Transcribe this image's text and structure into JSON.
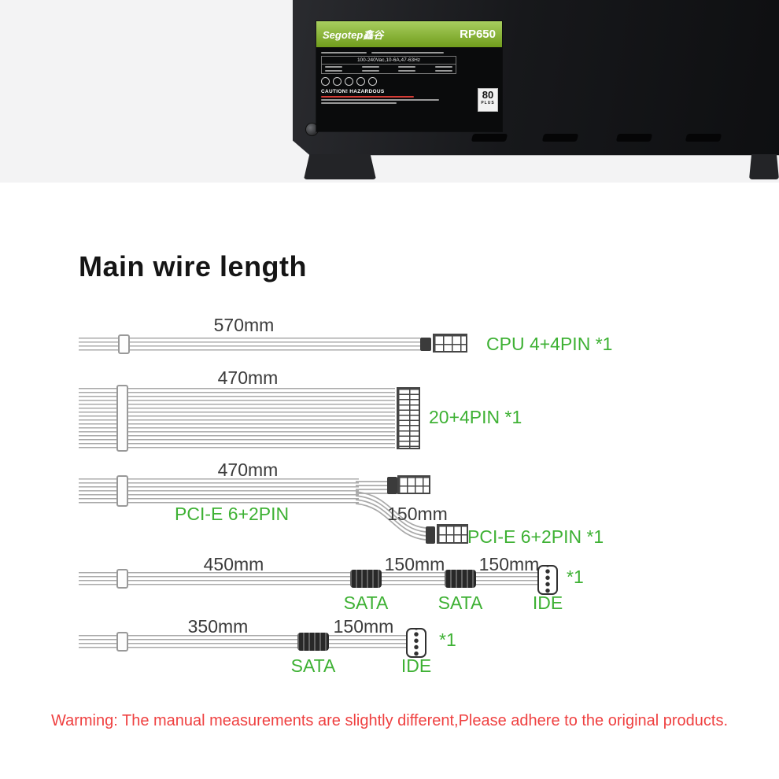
{
  "psu": {
    "brand": "Segotep鑫谷",
    "model": "RP650",
    "spec_line": "100-240Vac,10-6A,47-63Hz",
    "badge_number": "80",
    "badge_plus": "PLUS",
    "caution_title": "CAUTION! HAZARDOUS"
  },
  "heading": "Main wire length",
  "wires": {
    "cpu": {
      "length": "570mm",
      "label": "CPU 4+4PIN *1"
    },
    "atx": {
      "length": "470mm",
      "label": "20+4PIN *1"
    },
    "pcie": {
      "length": "470mm",
      "label": "PCI-E 6+2PIN",
      "branch_length": "150mm",
      "branch_label": "PCI-E 6+2PIN *1"
    },
    "sata1": {
      "len1": "450mm",
      "len2": "150mm",
      "len3": "150mm",
      "conn1": "SATA",
      "conn2": "SATA",
      "conn3": "IDE",
      "count": "*1"
    },
    "sata2": {
      "len1": "350mm",
      "len2": "150mm",
      "conn1": "SATA",
      "conn2": "IDE",
      "count": "*1"
    }
  },
  "warning": "Warming: The manual measurements are slightly different,Please adhere to the original products.",
  "colors": {
    "green": "#3eb134",
    "warning": "#ef4040",
    "label_green": "#86bb21"
  }
}
